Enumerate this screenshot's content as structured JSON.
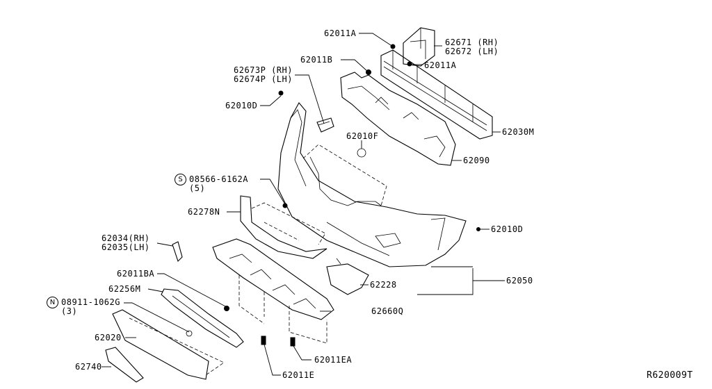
{
  "diagram": {
    "reference_code": "R620009T",
    "labels": {
      "p62011A_top": "62011A",
      "p62671": "62671 (RH)",
      "p62672": "62672 (LH)",
      "p62011B": "62011B",
      "p62011A_right": "62011A",
      "p62673P": "62673P (RH)",
      "p62674P": "62674P (LH)",
      "p62010D_left": "62010D",
      "p62030M": "62030M",
      "p62010F": "62010F",
      "p62090": "62090",
      "p08566": "08566-6162A",
      "p08566_qty": "(5)",
      "p08566_symbol": "S",
      "p62278N": "62278N",
      "p62010D_right": "62010D",
      "p62034": "62034(RH)",
      "p62035": "62035(LH)",
      "p62011BA": "62011BA",
      "p62228": "62228",
      "p62050": "62050",
      "p62256M": "62256M",
      "p08911": "08911-1062G",
      "p08911_qty": "(3)",
      "p08911_symbol": "N",
      "p62660Q": "62660Q",
      "p62020": "62020",
      "p62011EA": "62011EA",
      "p62740": "62740",
      "p62011E": "62011E"
    }
  }
}
